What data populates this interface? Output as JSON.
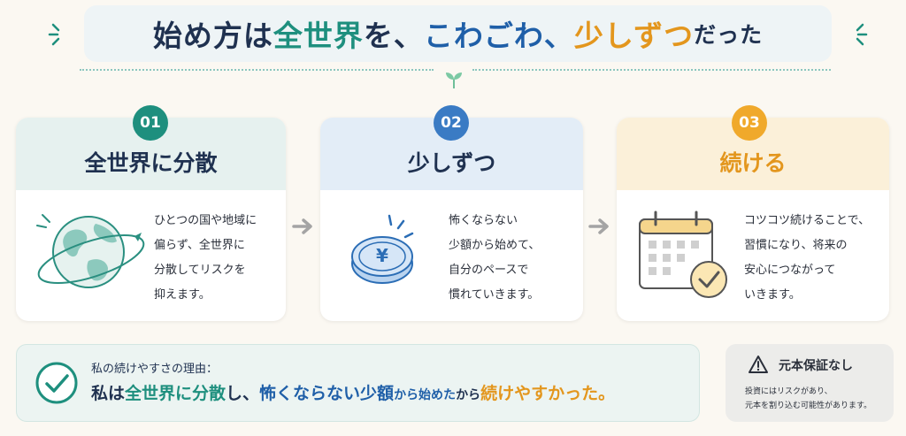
{
  "header": {
    "title_parts": [
      {
        "text": "始め方は",
        "color": "dark"
      },
      {
        "text": "全世界",
        "color": "green"
      },
      {
        "text": "を、",
        "color": "dark"
      },
      {
        "text": "こわごわ、",
        "color": "blue"
      },
      {
        "text": "少しずつ",
        "color": "orange"
      },
      {
        "text": "だった",
        "color": "dark-small"
      }
    ]
  },
  "steps": [
    {
      "number": "01",
      "title": "全世界に分散",
      "lines": [
        "ひとつの国や地域に",
        "偏らず、全世界に",
        "分散してリスクを",
        "抑えます。"
      ],
      "icon": "globe-icon"
    },
    {
      "number": "02",
      "title": "少しずつ",
      "lines": [
        "怖くならない",
        "少額から始めて、",
        "自分のペースで",
        "慣れていきます。"
      ],
      "icon": "yen-coin-icon",
      "coin_symbol": "¥"
    },
    {
      "number": "03",
      "title": "続ける",
      "lines": [
        "コツコツ続けることで、",
        "習慣になり、将来の",
        "安心につながって",
        "いきます。"
      ],
      "icon": "calendar-check-icon"
    }
  ],
  "reason": {
    "label": "私の続けやすさの理由：",
    "sentence_parts": [
      {
        "text": "私は",
        "color": "dark"
      },
      {
        "text": "全世界に分散",
        "color": "green"
      },
      {
        "text": "し、",
        "color": "dark"
      },
      {
        "text": "怖くならない少額",
        "color": "blue"
      },
      {
        "text": "から始めた",
        "color": "blue-small"
      },
      {
        "text": "から",
        "color": "dark-small"
      },
      {
        "text": "続けやすかった。",
        "color": "orange"
      }
    ]
  },
  "notice": {
    "title": "元本保証なし",
    "lines": [
      "投資にはリスクがあり、",
      "元本を割り込む可能性があります。"
    ]
  },
  "colors": {
    "dark": "#1f3150",
    "green": "#1e8f7e",
    "blue": "#1f5fa8",
    "orange": "#e3961d"
  }
}
